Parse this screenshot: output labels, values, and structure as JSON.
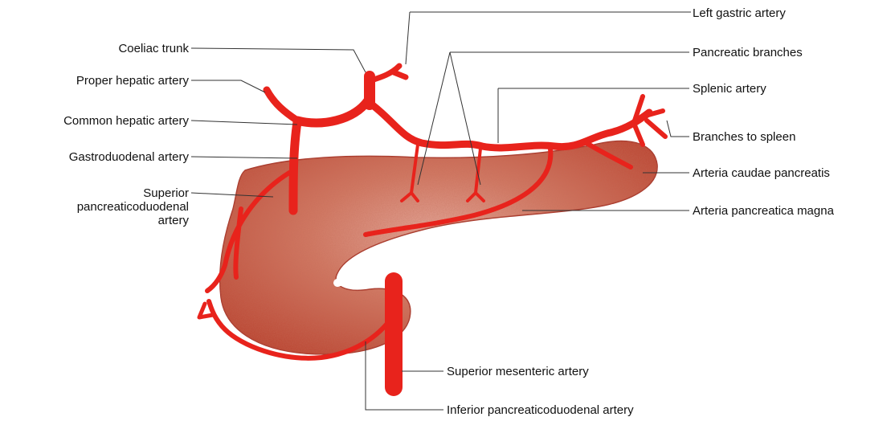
{
  "diagram": {
    "artery_color": "#e8231c",
    "pancreas_color": "#c8503c",
    "labels": {
      "left_gastric": "Left gastric artery",
      "coeliac_trunk": "Coeliac trunk",
      "pancreatic_branches": "Pancreatic branches",
      "proper_hepatic": "Proper hepatic artery",
      "splenic": "Splenic artery",
      "common_hepatic": "Common hepatic artery",
      "branches_to_spleen": "Branches to spleen",
      "gastroduodenal": "Gastroduodenal artery",
      "arteria_caudae": "Arteria caudae pancreatis",
      "superior_pancreaticoduodenal": "Superior\npancreaticoduodenal\nartery",
      "arteria_magna": "Arteria pancreatica magna",
      "superior_mesenteric": "Superior mesenteric artery",
      "inferior_pancreaticoduodenal": "Inferior pancreaticoduodenal artery"
    }
  }
}
